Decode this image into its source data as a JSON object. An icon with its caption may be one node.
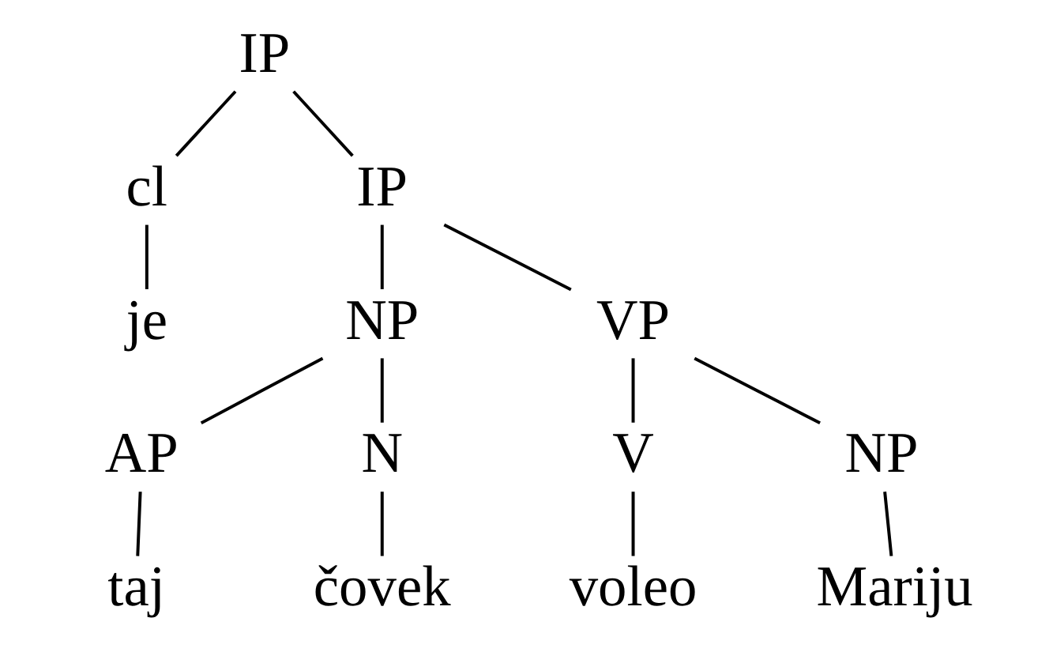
{
  "diagram": {
    "nodes": [
      {
        "text": [
          "IP"
        ]
      },
      {
        "text": [
          "cl"
        ]
      },
      {
        "text": [
          "IP"
        ]
      },
      {
        "text": [
          "je"
        ]
      },
      {
        "text": [
          "NP"
        ]
      },
      {
        "text": [
          "VP"
        ]
      },
      {
        "text": [
          "AP"
        ]
      },
      {
        "text": [
          "N"
        ]
      },
      {
        "text": [
          "V"
        ]
      },
      {
        "text": [
          "NP"
        ]
      },
      {
        "text": [
          "taj"
        ]
      },
      {
        "text": [
          "čovek"
        ]
      },
      {
        "text": [
          "voleo"
        ]
      },
      {
        "text": [
          "Mariju"
        ]
      }
    ],
    "edges": [
      {
        "from": 0,
        "to": 1,
        "arrow": "none"
      },
      {
        "from": 0,
        "to": 2,
        "arrow": "none"
      },
      {
        "from": 1,
        "to": 3,
        "arrow": "none"
      },
      {
        "from": 2,
        "to": 4,
        "arrow": "none"
      },
      {
        "from": 2,
        "to": 5,
        "arrow": "none"
      },
      {
        "from": 4,
        "to": 6,
        "arrow": "none"
      },
      {
        "from": 4,
        "to": 7,
        "arrow": "none"
      },
      {
        "from": 5,
        "to": 8,
        "arrow": "none"
      },
      {
        "from": 5,
        "to": 9,
        "arrow": "none"
      },
      {
        "from": 6,
        "to": 10,
        "arrow": "none"
      },
      {
        "from": 7,
        "to": 11,
        "arrow": "none"
      },
      {
        "from": 8,
        "to": 12,
        "arrow": "none"
      },
      {
        "from": 9,
        "to": 13,
        "arrow": "none"
      }
    ]
  }
}
